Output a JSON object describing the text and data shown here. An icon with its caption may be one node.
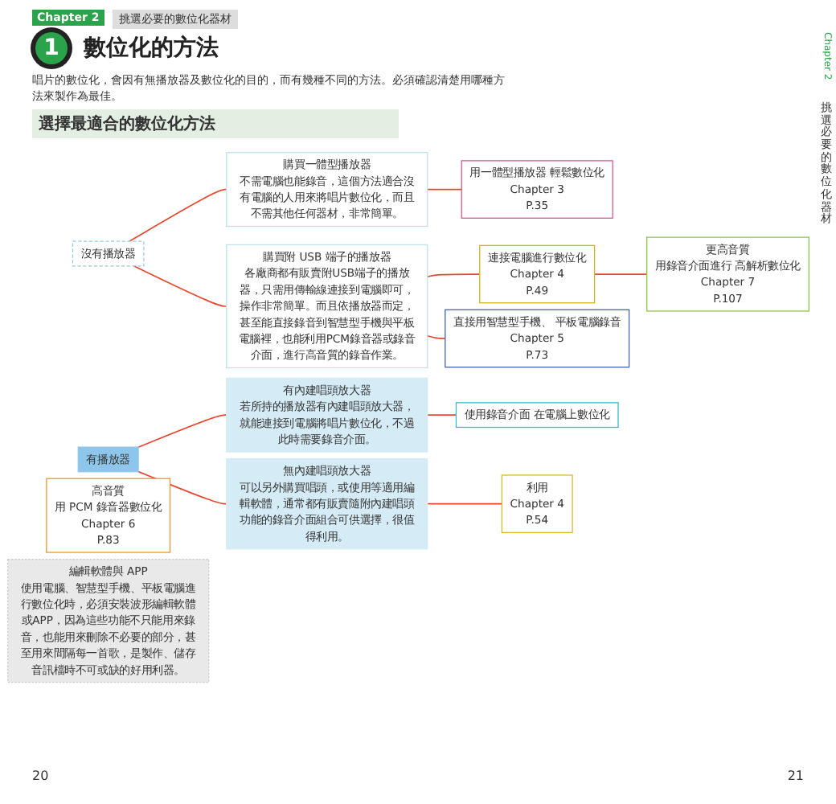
{
  "diagram": {
    "title": "數位化的方法",
    "nodes": [
      {
        "text": [
          "沒有播放器"
        ]
      },
      {
        "text": [
          "購買一體型播放器",
          "不需電腦也能錄音，這個方法適合沒有電腦的人用來將唱片數位化，而且不需其他任何器材，非常簡單。"
        ]
      },
      {
        "text": [
          "購買附 USB 端子的播放器",
          "各廠商都有販賣附USB端子的播放器，只需用傳輸線連接到電腦即可，操作非常簡單。而且依播放器而定，甚至能直接錄音到智慧型手機與平板電腦裡，也能利用PCM錄音器或錄音介面，進行高音質的錄音作業。"
        ]
      },
      {
        "text": [
          "有播放器"
        ]
      },
      {
        "text": [
          "有內建唱頭放大器",
          "若所持的播放器有內建唱頭放大器，就能連接到電腦將唱片數位化，不過此時需要錄音介面。"
        ]
      },
      {
        "text": [
          "無內建唱頭放大器",
          "可以另外購買唱頭，或使用等適用編輯軟體，通常都有販賣隨附內建唱頭功能的錄音介面組合可供選擇，很值得利用。"
        ]
      },
      {
        "text": [
          "用一體型播放器 輕鬆數位化",
          "Chapter 3",
          "P.35"
        ]
      },
      {
        "text": [
          "高音質",
          "用 PCM 錄音器數位化",
          "Chapter 6",
          "P.83"
        ]
      },
      {
        "text": [
          "連接電腦進行數位化",
          "Chapter 4",
          "P.49"
        ]
      },
      {
        "text": [
          "更高音質",
          "用錄音介面進行 高解析數位化",
          "Chapter 7",
          "P.107"
        ]
      },
      {
        "text": [
          "直接用智慧型手機、 平板電腦錄音",
          "Chapter 5",
          "P.73"
        ]
      },
      {
        "text": [
          "使用錄音介面 在電腦上數位化"
        ]
      },
      {
        "text": [
          "利用",
          "Chapter 4",
          "P.54"
        ]
      },
      {
        "text": [
          "編輯軟體與 APP",
          "使用電腦、智慧型手機、平板電腦進行數位化時，必須安裝波形編輯軟體或APP，因為這些功能不只能用來錄音，也能用來刪除不必要的部分，甚至用來間隔每一首歌，是製作、儲存音訊檔時不可或缺的好用利器。"
        ]
      }
    ],
    "edges": [
      {
        "from": 0,
        "to": 1,
        "arrow": "none"
      },
      {
        "from": 0,
        "to": 2,
        "arrow": "none"
      },
      {
        "from": 1,
        "to": 6,
        "arrow": "none"
      },
      {
        "from": 2,
        "to": 8,
        "arrow": "none"
      },
      {
        "from": 2,
        "to": 10,
        "arrow": "none"
      },
      {
        "from": 8,
        "to": 9,
        "arrow": "none"
      },
      {
        "from": 3,
        "to": 4,
        "arrow": "none"
      },
      {
        "from": 3,
        "to": 5,
        "arrow": "none"
      },
      {
        "from": 4,
        "to": 11,
        "arrow": "none"
      },
      {
        "from": 5,
        "to": 12,
        "arrow": "none"
      }
    ],
    "labels": [
      "Chapter 2",
      "挑選必要的數位化器材",
      "1",
      "唱片的數位化，會因有無播放器及數位化的目的，而有幾種不同的方法。必須確認清楚用哪種方法來製作為最佳。",
      "選擇最適合的數位化方法",
      "Chapter 2",
      "挑選必要的數位化器材",
      "20",
      "21"
    ]
  }
}
